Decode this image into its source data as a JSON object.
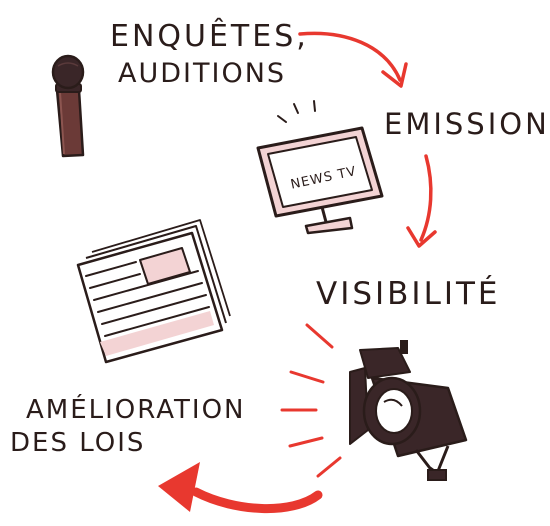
{
  "diagram": {
    "steps": [
      {
        "id": "enquetes",
        "lines": [
          "ENQUÊTES,",
          "AUDITIONS"
        ],
        "icon": "microphone-icon"
      },
      {
        "id": "emissions",
        "lines": [
          "EMISSIONS"
        ],
        "icon": "television-icon"
      },
      {
        "id": "visibilite",
        "lines": [
          "VISIBILITÉ"
        ],
        "icon": "spotlight-icon"
      },
      {
        "id": "lois",
        "lines": [
          "AMÉLIORATION",
          "DES LOIS"
        ],
        "icon": "newspaper-icon"
      }
    ],
    "tv_screen_text": "NEWS TV",
    "colors": {
      "ink": "#2a1c1a",
      "arrow": "#e8382f",
      "accent_pink": "#f3d3d4",
      "dark_object": "#3a2628"
    }
  }
}
